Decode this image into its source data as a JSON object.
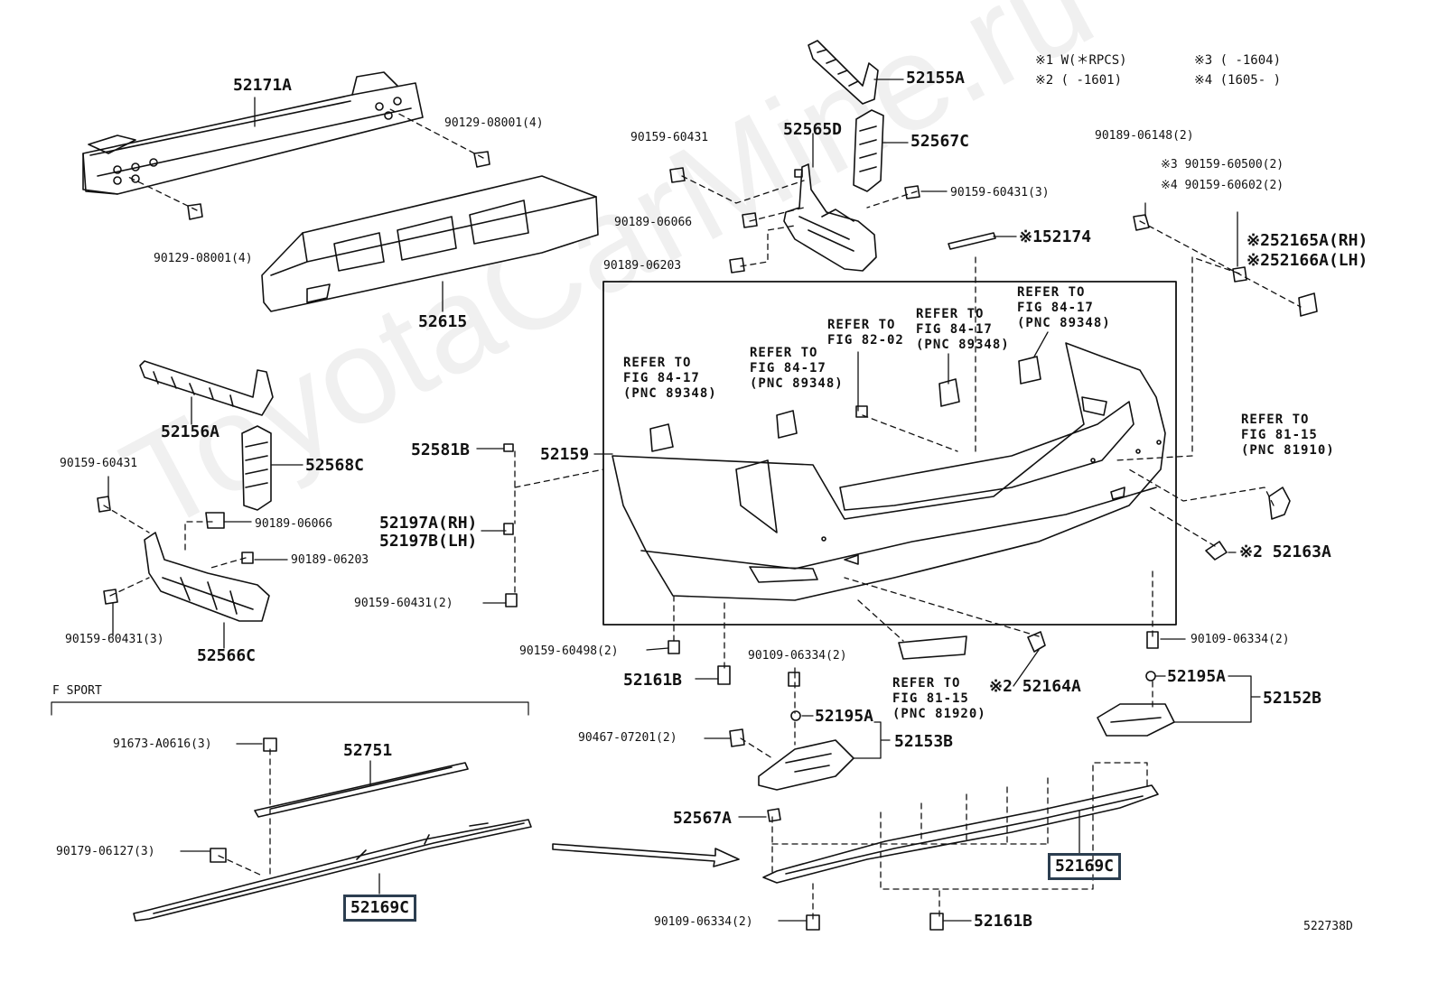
{
  "watermark": "ToyotaCarMine.ru",
  "figure_id": "522738D",
  "section_label": "F SPORT",
  "notes": [
    "※1 W(＊RPCS)",
    "※2 (     -1601)",
    "※3 (     -1604)",
    "※4 (1605-     )"
  ],
  "labels": {
    "p52171A": "52171A",
    "p90129_08001_a": "90129-08001(4)",
    "p90129_08001_b": "90129-08001(4)",
    "p52615": "52615",
    "p52155A": "52155A",
    "p52565D": "52565D",
    "p52567C": "52567C",
    "p90159_60431_a": "90159-60431",
    "p90159_60431_3a": "90159-60431(3)",
    "p90189_06066_a": "90189-06066",
    "p90189_06203_a": "90189-06203",
    "p52174": "※152174",
    "p90189_06148": "90189-06148(2)",
    "p90159_60500": "※3 90159-60500(2)",
    "p90159_60602": "※4 90159-60602(2)",
    "p52165A": "※252165A(RH)",
    "p52166A": "※252166A(LH)",
    "p52156A": "52156A",
    "p52568C": "52568C",
    "p90159_60431_b": "90159-60431",
    "p90189_06066_b": "90189-06066",
    "p90189_06203_b": "90189-06203",
    "p90159_60431_3b": "90159-60431(3)",
    "p52566C": "52566C",
    "p52581B": "52581B",
    "p52159": "52159",
    "p52197A": "52197A(RH)",
    "p52197B": "52197B(LH)",
    "p90159_60431_2": "90159-60431(2)",
    "p90159_60498": "90159-60498(2)",
    "p52161B_a": "52161B",
    "p90109_06334_a": "90109-06334(2)",
    "p52195A_a": "52195A",
    "p90467_07201": "90467-07201(2)",
    "p52153B": "52153B",
    "p52164A": "※2 52164A",
    "p90109_06334_b": "90109-06334(2)",
    "p52195A_b": "52195A",
    "p52152B": "52152B",
    "p52163A": "※2  52163A",
    "p91673": "91673-A0616(3)",
    "p52751": "52751",
    "p90179": "90179-06127(3)",
    "p52169C_a": "52169C",
    "p52567A": "52567A",
    "p52169C_b": "52169C",
    "p90109_06334_c": "90109-06334(2)",
    "p52161B_b": "52161B"
  },
  "refer_labels": {
    "r1": [
      "REFER TO",
      "FIG 84-17",
      "(PNC 89348)"
    ],
    "r2": [
      "REFER TO",
      "FIG 84-17",
      "(PNC 89348)"
    ],
    "r3": [
      "REFER TO",
      "FIG 82-02"
    ],
    "r4": [
      "REFER TO",
      "FIG 84-17",
      "(PNC 89348)"
    ],
    "r5": [
      "REFER TO",
      "FIG 84-17",
      "(PNC 89348)"
    ],
    "r6": [
      "REFER TO",
      "FIG 81-15",
      "(PNC 81910)"
    ],
    "r7": [
      "REFER TO",
      "FIG 81-15",
      "(PNC 81920)"
    ]
  }
}
